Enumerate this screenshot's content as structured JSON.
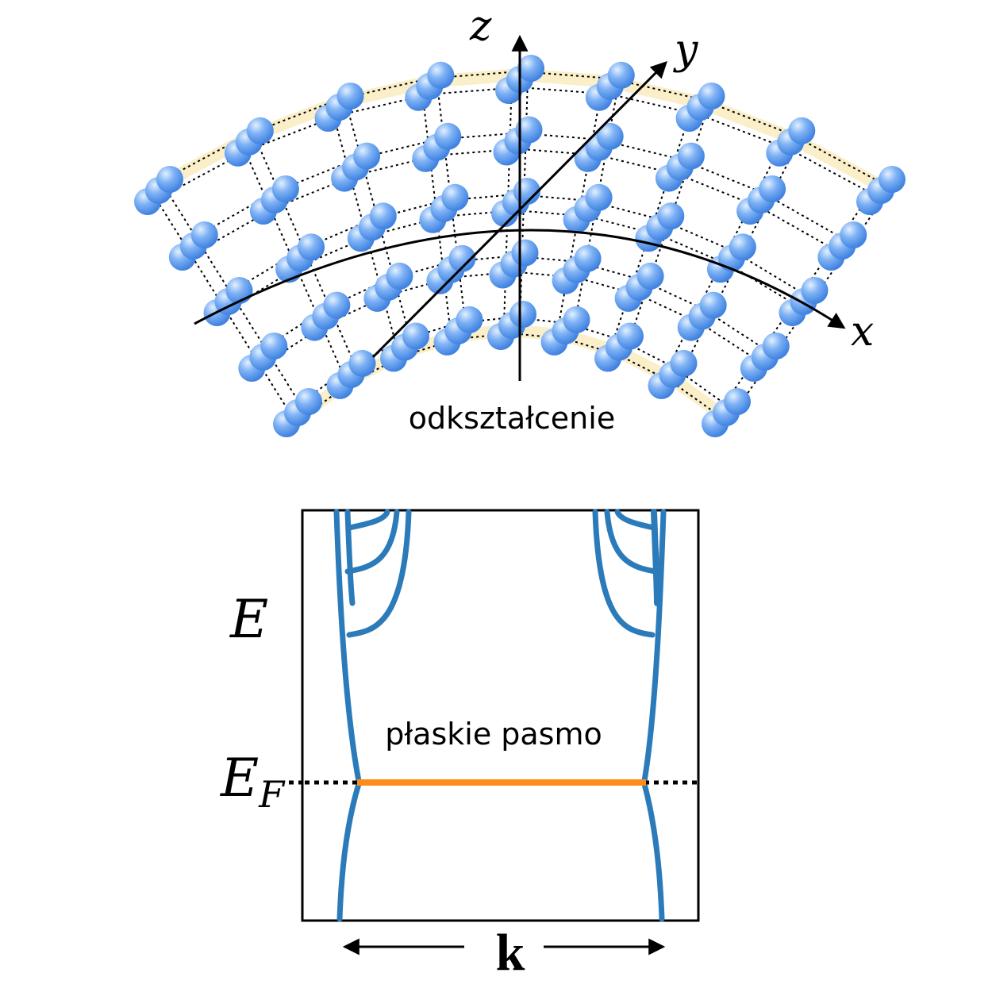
{
  "lattice": {
    "axis_labels": {
      "x": "x",
      "y": "y",
      "z": "z"
    },
    "caption": "odkształcenie",
    "colors": {
      "atom": "#5b9cf0",
      "atom_highlight": "#d8ecff",
      "band_strip": "#fbefc9",
      "bond": "#000000"
    },
    "rows": 5,
    "cols": 9
  },
  "band_diagram": {
    "y_label": "E",
    "fermi_label": "E",
    "fermi_subscript": "F",
    "k_label": "k",
    "flat_band_label": "płaskie pasmo",
    "colors": {
      "bands": "#2b7bba",
      "flat_band": "#ff8c1a",
      "fermi_line": "#000000"
    }
  }
}
